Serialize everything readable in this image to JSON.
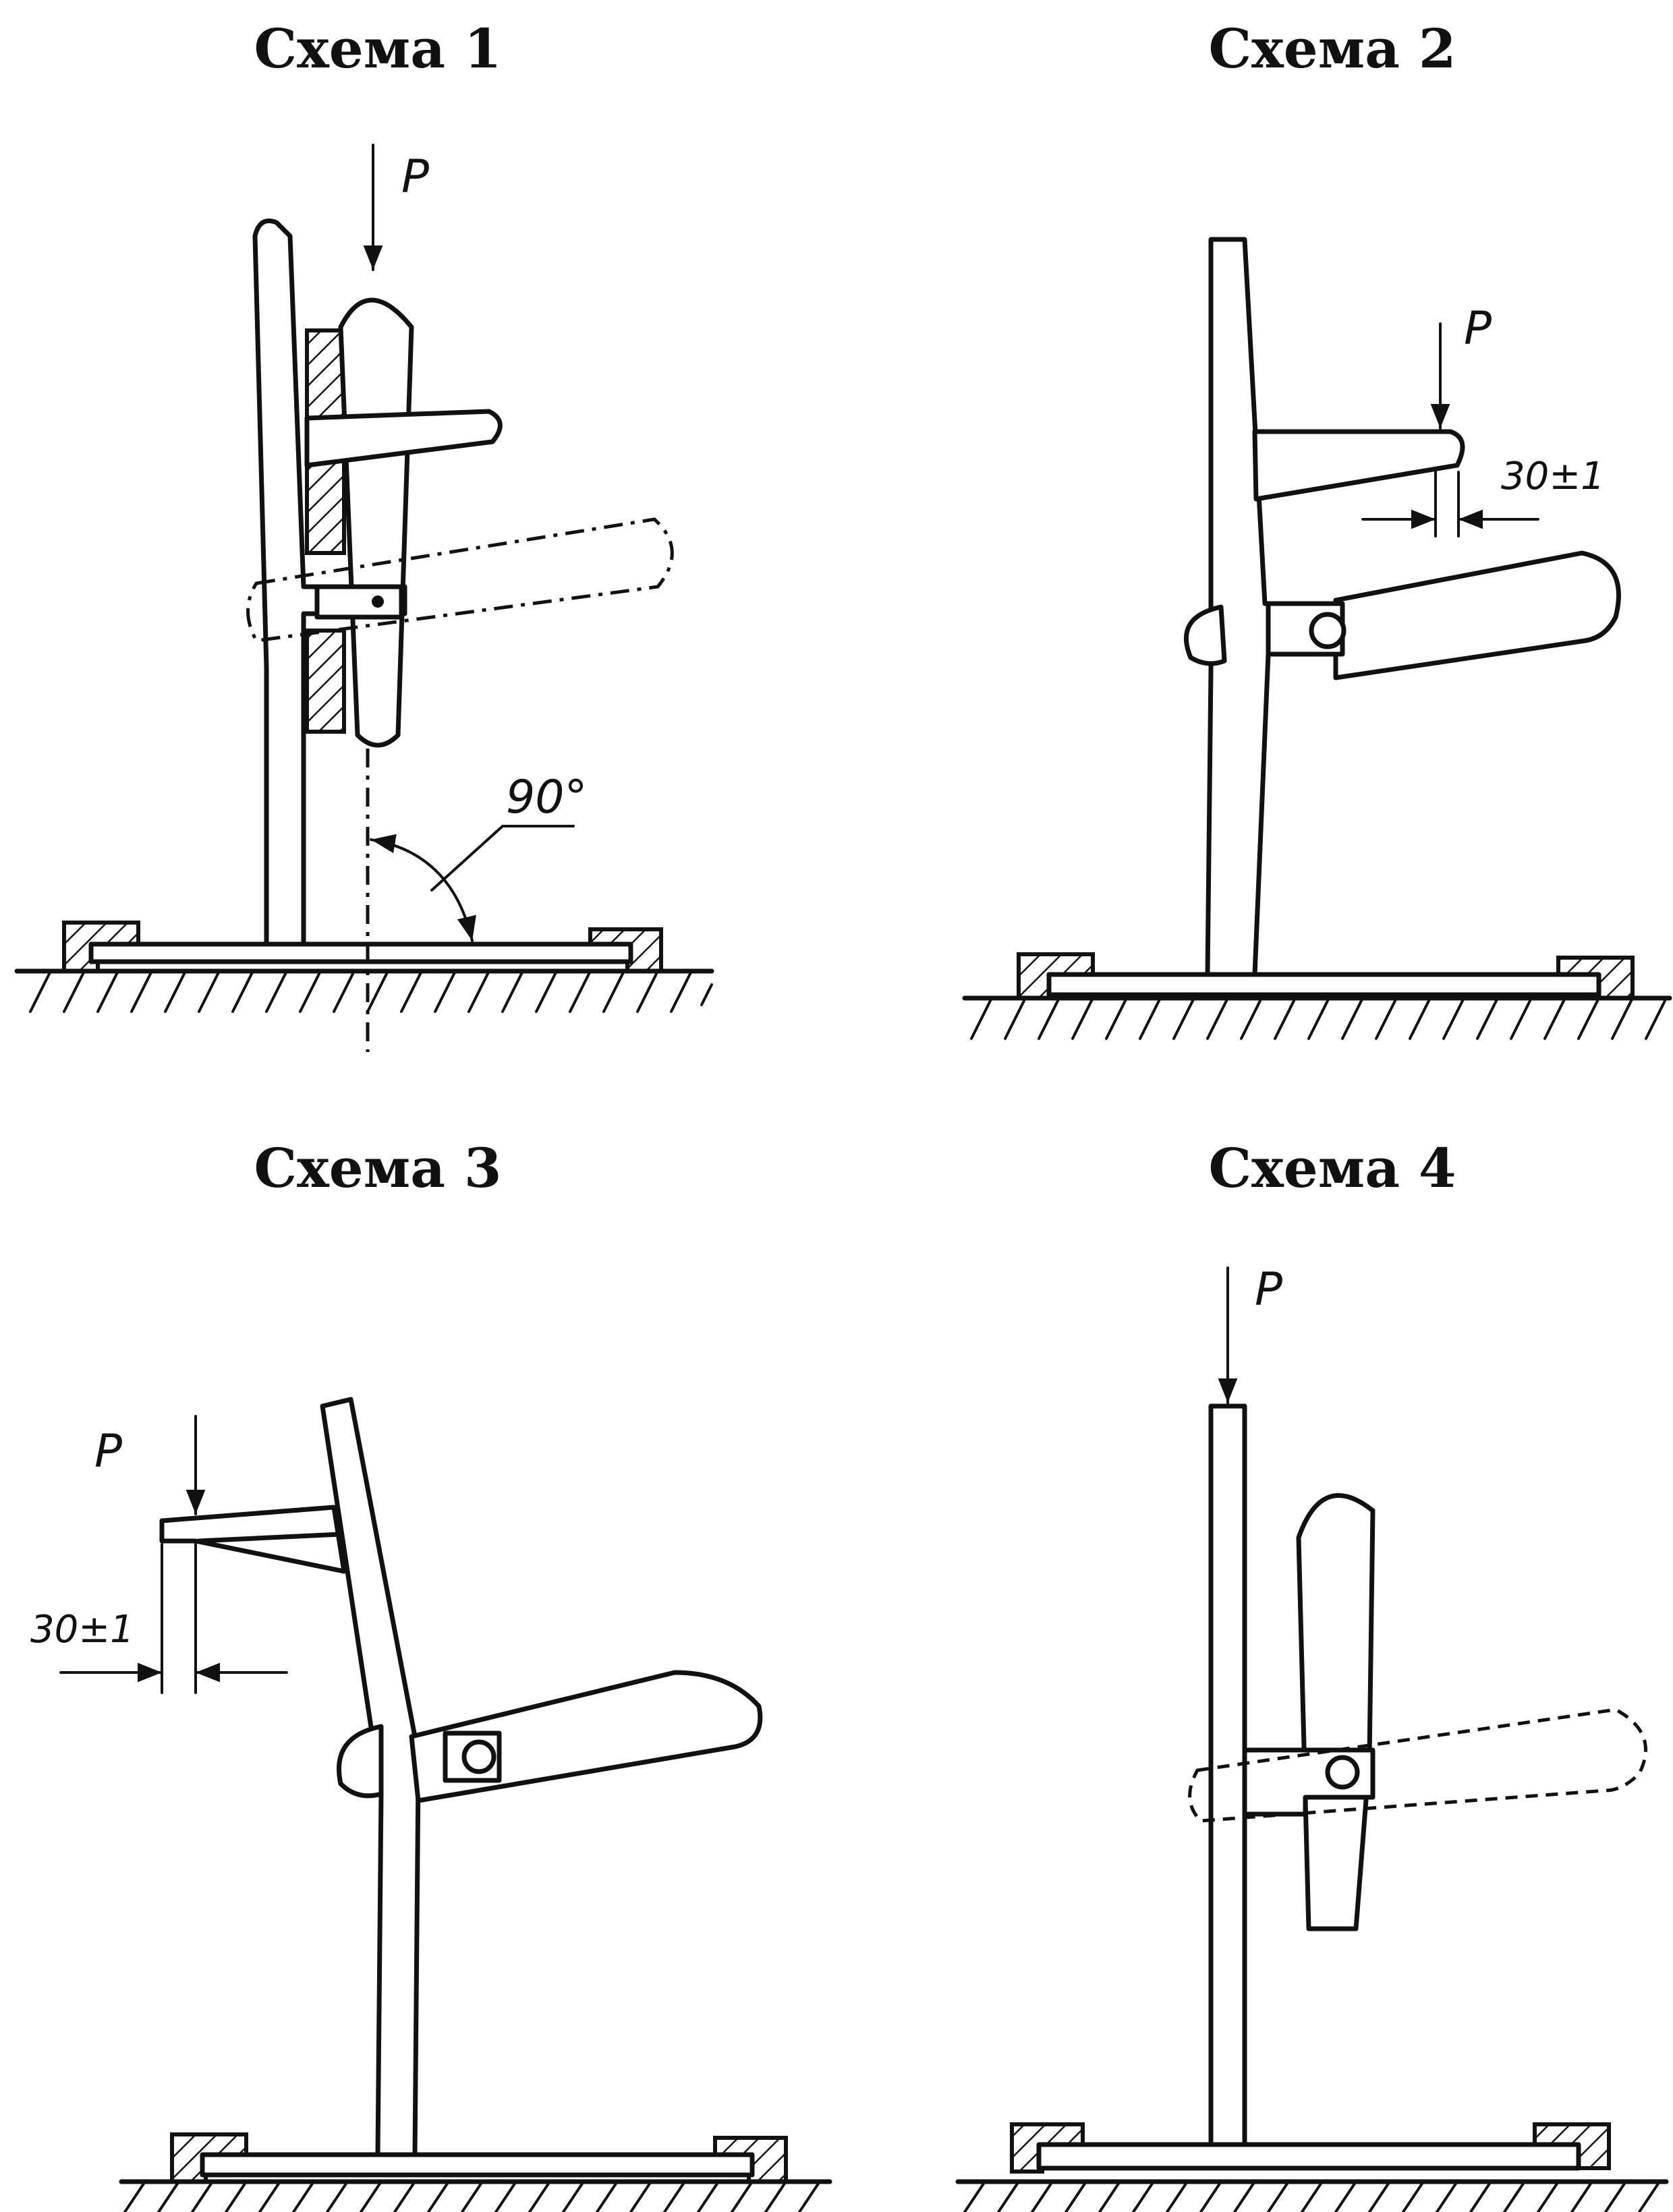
{
  "schemes": [
    {
      "title": "Схема 1",
      "load_label": "P",
      "angle_label": "90°"
    },
    {
      "title": "Схема 2",
      "load_label": "P",
      "dimension_label": "30±1"
    },
    {
      "title": "Схема 3",
      "load_label": "P",
      "dimension_label": "30±1"
    },
    {
      "title": "Схема 4",
      "load_label": "P"
    }
  ]
}
